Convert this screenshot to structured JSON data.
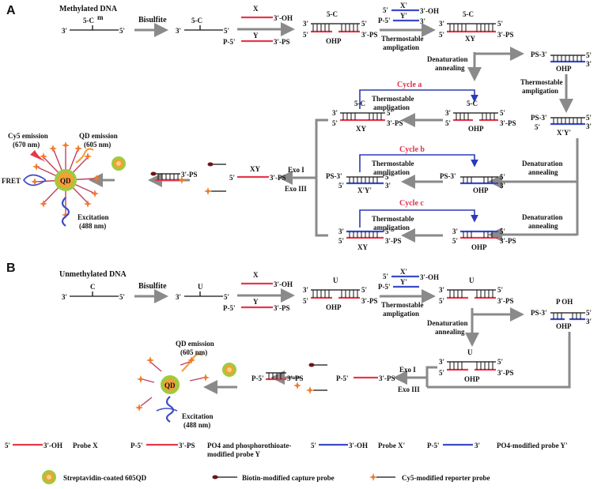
{
  "panel_a": {
    "label": "A",
    "methylated_dna": "Methylated DNA",
    "five_cm": "5-C",
    "m": "m",
    "bisulfite": "Bisulfite",
    "three": "3'",
    "five": "5'",
    "x": "X",
    "y": "Y",
    "xp": "X'",
    "yp": "Y'",
    "oh": "3'-OH",
    "ps": "3'-PS",
    "p5": "P-5'",
    "ohp": "OHP",
    "xy": "XY",
    "xpyp": "X'Y'",
    "thermostable": "Thermostable",
    "ampligation": "ampligation",
    "denaturation": "Denaturation",
    "annealing": "annealing",
    "cycle_a": "Cycle a",
    "cycle_b": "Cycle b",
    "cycle_c": "Cycle c",
    "ps3": "PS-3'",
    "exo1": "Exo I",
    "exo3": "Exo III",
    "cy5_emission": "Cy5 emission",
    "cy5_nm": "(670 nm)",
    "qd_emission": "QD emission",
    "qd_nm": "(605 nm)",
    "fret": "FRET",
    "qd": "QD",
    "excitation": "Excitation",
    "exc_nm": "(488 nm)"
  },
  "panel_b": {
    "label": "B",
    "unmethylated_dna": "Unmethylated DNA",
    "c": "C",
    "u": "U",
    "bisulfite": "Bisulfite",
    "denaturation": "Denaturation",
    "annealing": "annealing",
    "poh": "P OH",
    "exo1": "Exo I",
    "exo3": "Exo III",
    "qd_emission": "QD emission",
    "qd_nm": "(605 nm)",
    "qd": "QD",
    "excitation": "Excitation",
    "exc_nm": "(488 nm)"
  },
  "legend": {
    "probe_x_end": "3'-OH",
    "probe_x": "Probe X",
    "probe_y_ends": "P-5'",
    "probe_y_end": "3'-PS",
    "probe_y_desc1": "PO4 and phosphorothioate-",
    "probe_y_desc2": "modified probe Y",
    "probe_xp_end": "3'-OH",
    "probe_xp": "Probe X'",
    "probe_yp_start": "P-5'",
    "probe_yp_end": "3'",
    "probe_yp": "PO4-modified probe Y'",
    "qd_desc": "Streptavidin-coated 605QD",
    "capture_desc": "Biotin-modified capture probe",
    "reporter_desc": "Cy5-modified reporter probe"
  },
  "colors": {
    "probe_red": "#e8374b",
    "probe_blue": "#3a4bc8",
    "arrow_grey": "#8a8a8a",
    "cycle_red": "#e0304a",
    "qd_orange": "#f2a03a",
    "qd_green": "#9ccc3c"
  }
}
